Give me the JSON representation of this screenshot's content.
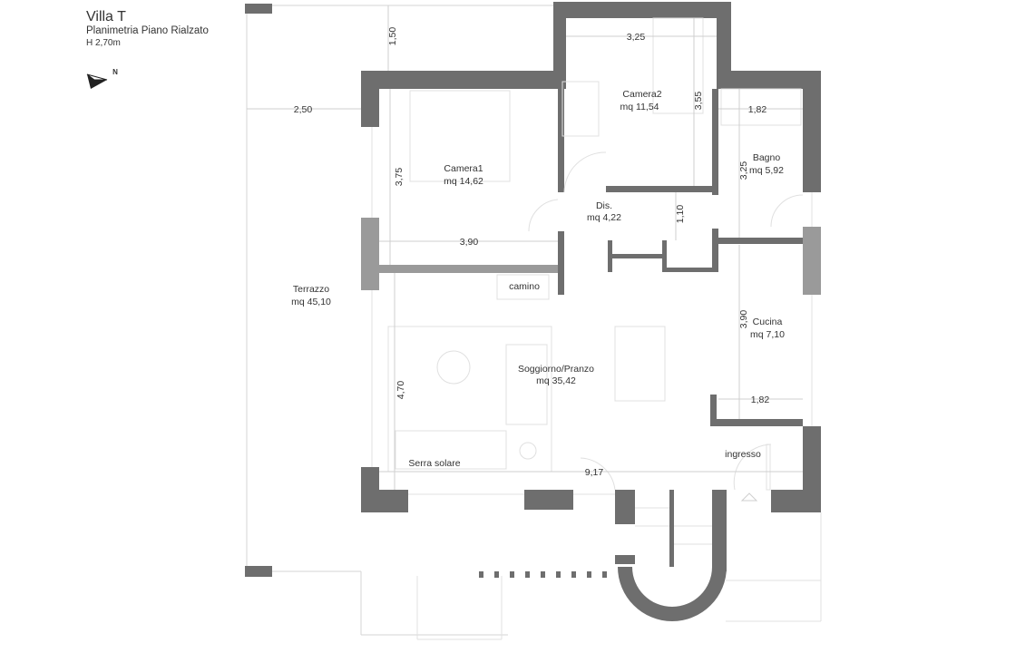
{
  "header": {
    "title": "Villa T",
    "subtitle": "Planimetria Piano Rialzato",
    "height": "H 2,70m",
    "north_label": "N",
    "north_icon": "north-arrow-icon"
  },
  "rooms": {
    "camera1": {
      "name": "Camera1",
      "area": "mq 14,62"
    },
    "camera2": {
      "name": "Camera2",
      "area": "mq 11,54"
    },
    "bagno": {
      "name": "Bagno",
      "area": "mq 5,92"
    },
    "dis": {
      "name": "Dis.",
      "area": "mq 4,22"
    },
    "cucina": {
      "name": "Cucina",
      "area": "mq 7,10"
    },
    "soggiorno": {
      "name": "Soggiorno/Pranzo",
      "area": "mq 35,42"
    },
    "terrazzo": {
      "name": "Terrazzo",
      "area": "mq 45,10"
    },
    "serra": {
      "name": "Serra solare"
    },
    "camino": {
      "name": "camino"
    },
    "ingresso": {
      "name": "ingresso"
    }
  },
  "dimensions": {
    "d150": "1,50",
    "d250": "2,50",
    "d325a": "3,25",
    "d355": "3,55",
    "d182a": "1,82",
    "d325b": "3,25",
    "d375": "3,75",
    "d390a": "3,90",
    "d110": "1,10",
    "d390b": "3,90",
    "d470": "4,70",
    "d182b": "1,82",
    "d917": "9,17"
  },
  "colors": {
    "wall": "#6e6e6e",
    "wall_light": "#9a9a9a",
    "line": "#d4d4d4"
  }
}
